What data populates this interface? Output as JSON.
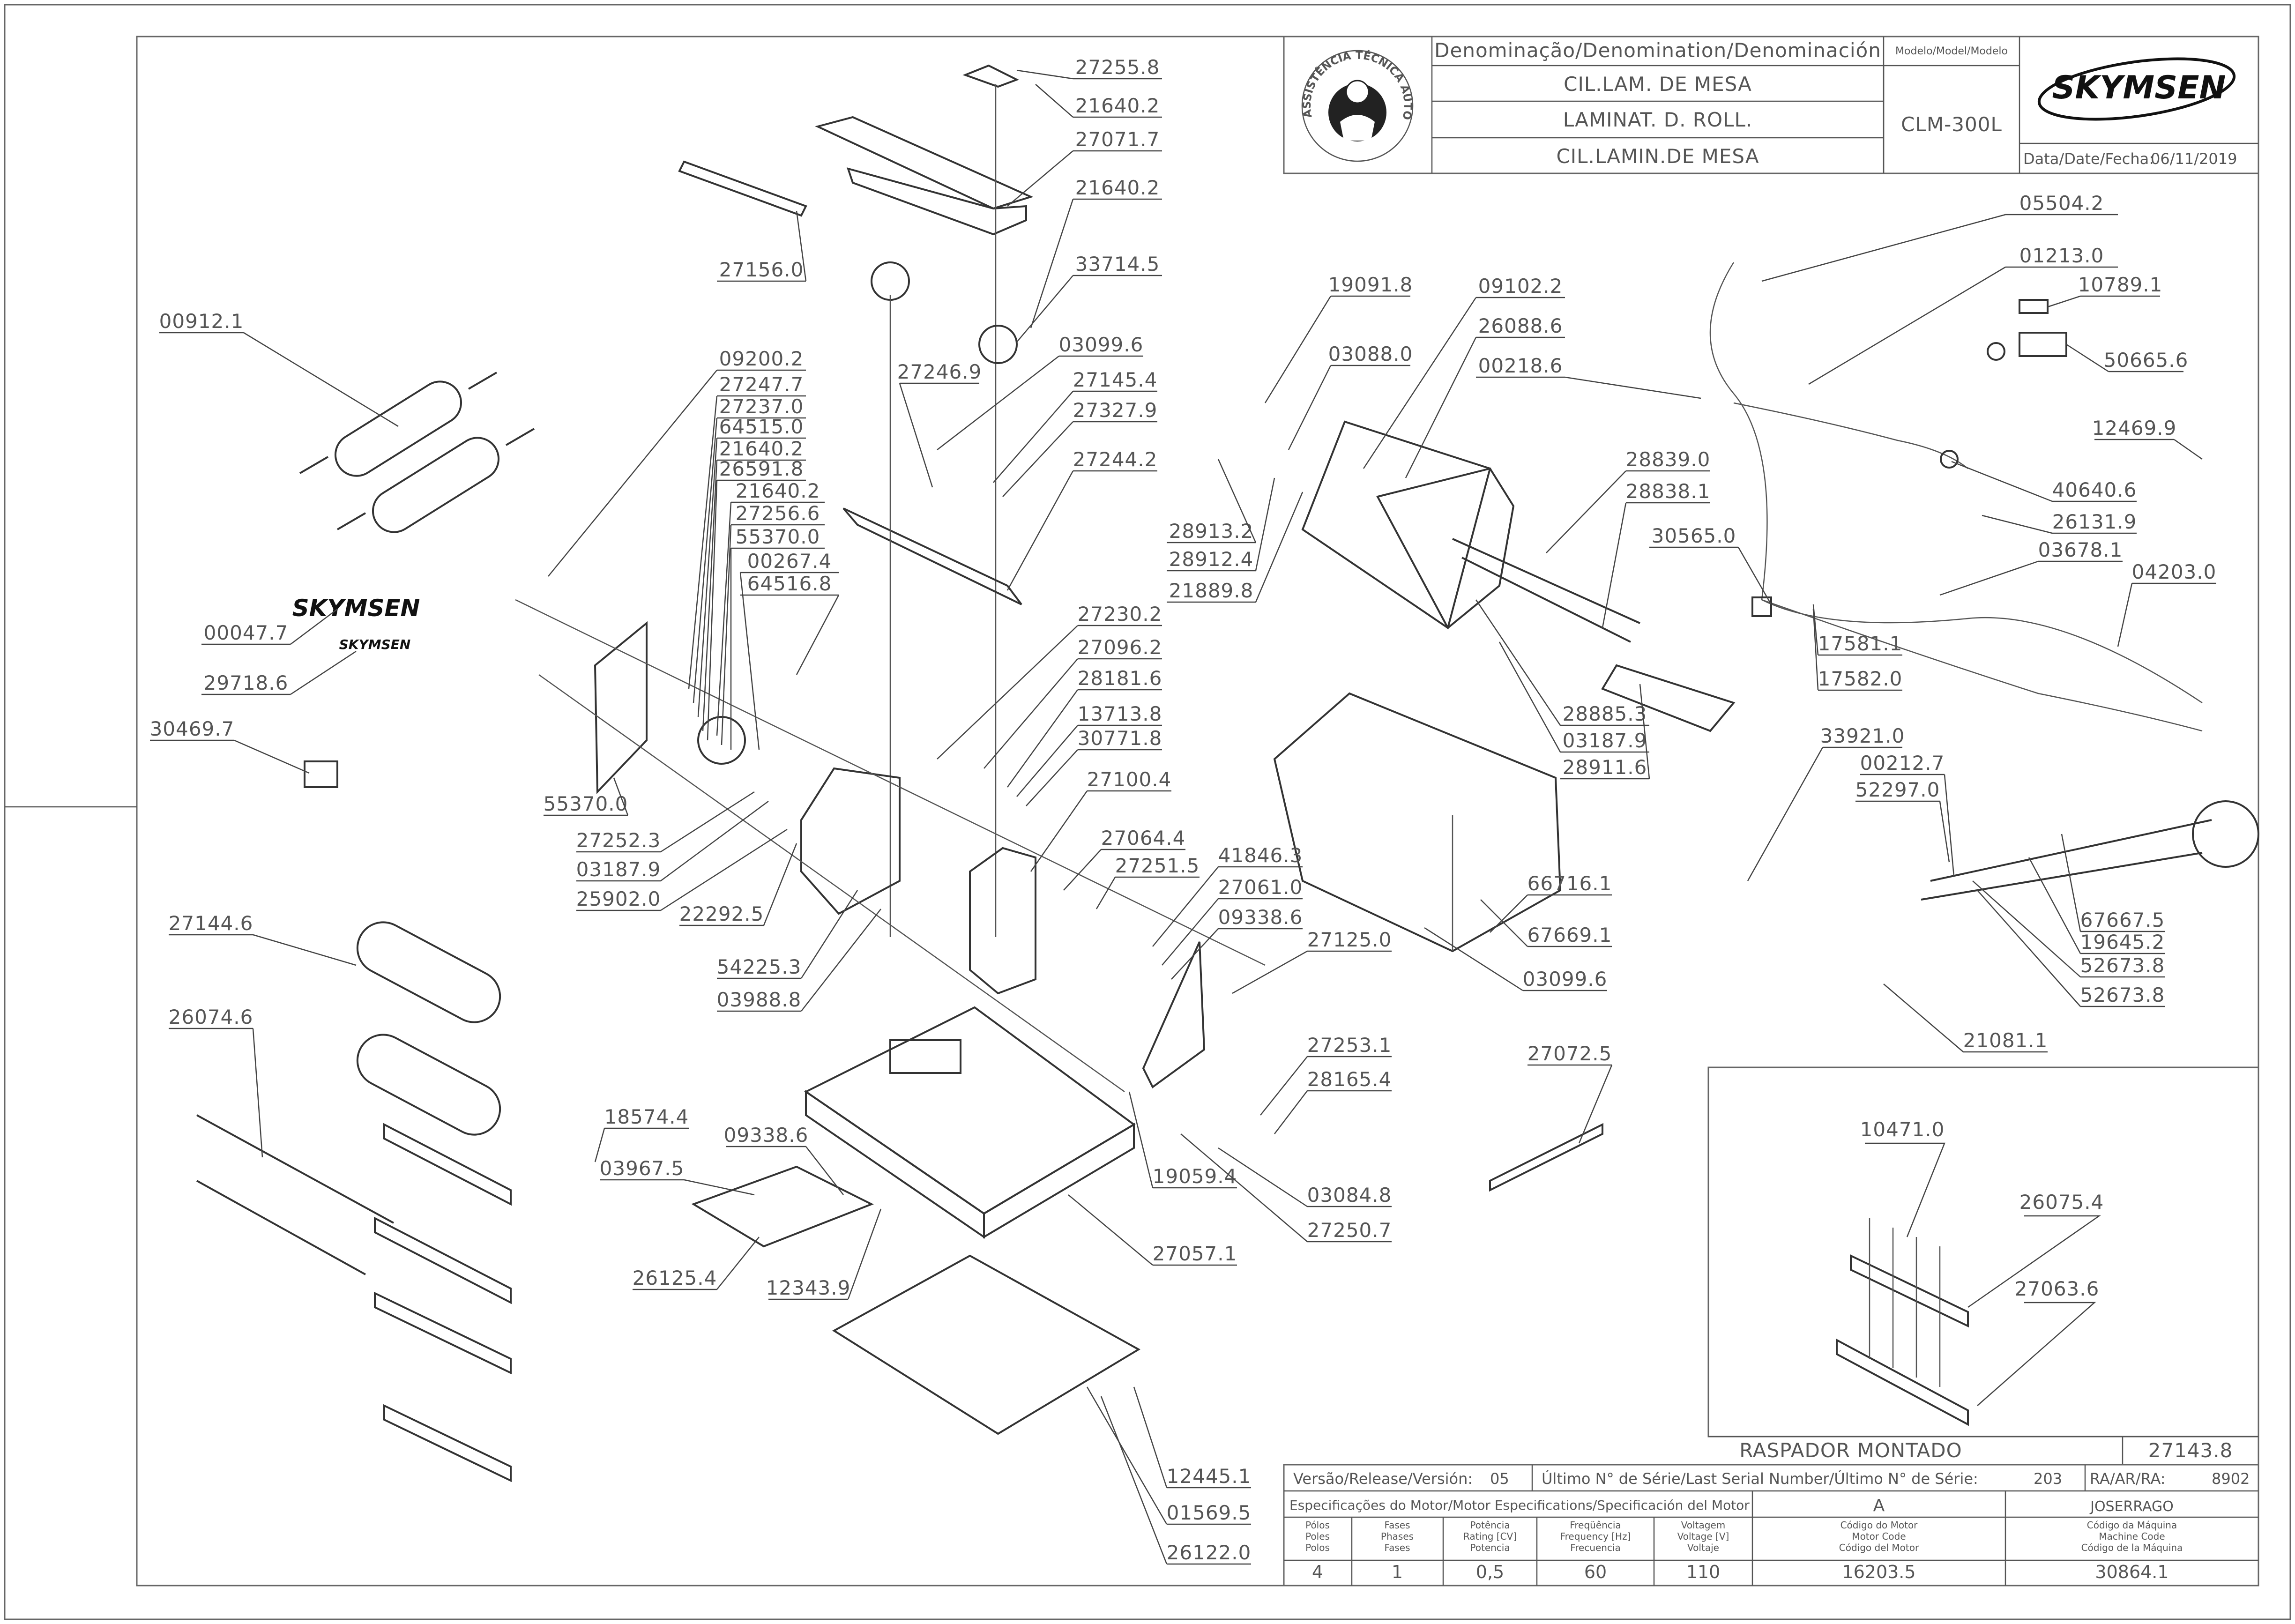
{
  "title_block": {
    "denomination_header": "Denominação/Denomination/Denominación",
    "model_header": "Modelo/Model/Modelo",
    "names": [
      "CIL.LAM. DE MESA",
      "LAMINAT. D. ROLL.",
      "CIL.LAMIN.DE MESA"
    ],
    "model": "CLM-300L",
    "brand": "SKYMSEN",
    "date_label": "Data/Date/Fecha:",
    "date": "06/11/2019",
    "seal_text": "ASSISTÊNCIA TÉCNICA AUTORIZADA"
  },
  "inset": {
    "title": "RASPADOR MONTADO",
    "code": "27143.8",
    "labels": [
      "10471.0",
      "26075.4",
      "27063.6"
    ]
  },
  "footer": {
    "version_label": "Versão/Release/Versión:",
    "version": "05",
    "serial_label": "Último N° de Série/Last Serial Number/Último N° de Série:",
    "serial": "203",
    "ra_label": "RA/AR/RA:",
    "ra": "8902",
    "motor_spec_label": "Especificações do Motor/Motor Especifications/Specificación del Motor",
    "motor_variant": "A",
    "owner": "JOSERRAGO",
    "columns": [
      {
        "header": "Pólos\nPoles\nPolos",
        "value": "4"
      },
      {
        "header": "Fases\nPhases\nFases",
        "value": "1"
      },
      {
        "header": "Potência\nRating [CV]\nPotencia",
        "value": "0,5"
      },
      {
        "header": "Freqüência\nFrequency [Hz]\nFrecuencia",
        "value": "60"
      },
      {
        "header": "Voltagem\nVoltage [V]\nVoltaje",
        "value": "110"
      },
      {
        "header": "Código do Motor\nMotor Code\nCódigo del Motor",
        "value": "16203.5"
      },
      {
        "header": "Código da Máquina\nMachine Code\nCódigo de la Máquina",
        "value": "30864.1"
      }
    ]
  },
  "part_labels": [
    "27255.8",
    "21640.2",
    "27071.7",
    "21640.2",
    "33714.5",
    "27156.0",
    "00912.1",
    "19091.8",
    "09102.2",
    "26088.6",
    "03088.0",
    "00218.6",
    "05504.2",
    "01213.0",
    "10789.1",
    "50665.6",
    "12469.9",
    "40640.6",
    "26131.9",
    "03678.1",
    "04203.0",
    "30565.0",
    "28839.0",
    "28838.1",
    "17581.1",
    "17582.0",
    "28885.3",
    "03187.9",
    "28911.6",
    "28913.2",
    "28912.4",
    "21889.8",
    "09200.2",
    "27247.7",
    "27237.0",
    "64515.0",
    "21640.2",
    "26591.8",
    "21640.2",
    "27256.6",
    "55370.0",
    "00267.4",
    "64516.8",
    "27246.9",
    "03099.6",
    "27145.4",
    "27327.9",
    "27244.2",
    "00047.7",
    "29718.6",
    "30469.7",
    "55370.0",
    "27252.3",
    "03187.9",
    "25902.0",
    "22292.5",
    "54225.3",
    "03988.8",
    "27230.2",
    "27096.2",
    "28181.6",
    "13713.8",
    "30771.8",
    "27100.4",
    "27064.4",
    "27251.5",
    "41846.3",
    "27061.0",
    "09338.6",
    "27125.0",
    "66716.1",
    "67669.1",
    "03099.6",
    "33921.0",
    "00212.7",
    "52297.0",
    "67667.5",
    "19645.2",
    "52673.8",
    "52673.8",
    "21081.1",
    "27144.6",
    "26074.6",
    "18574.4",
    "03967.5",
    "09338.6",
    "12343.9",
    "26125.4",
    "27057.1",
    "19059.4",
    "27253.1",
    "28165.4",
    "03084.8",
    "27250.7",
    "27072.5",
    "12445.1",
    "01569.5",
    "26122.0"
  ]
}
